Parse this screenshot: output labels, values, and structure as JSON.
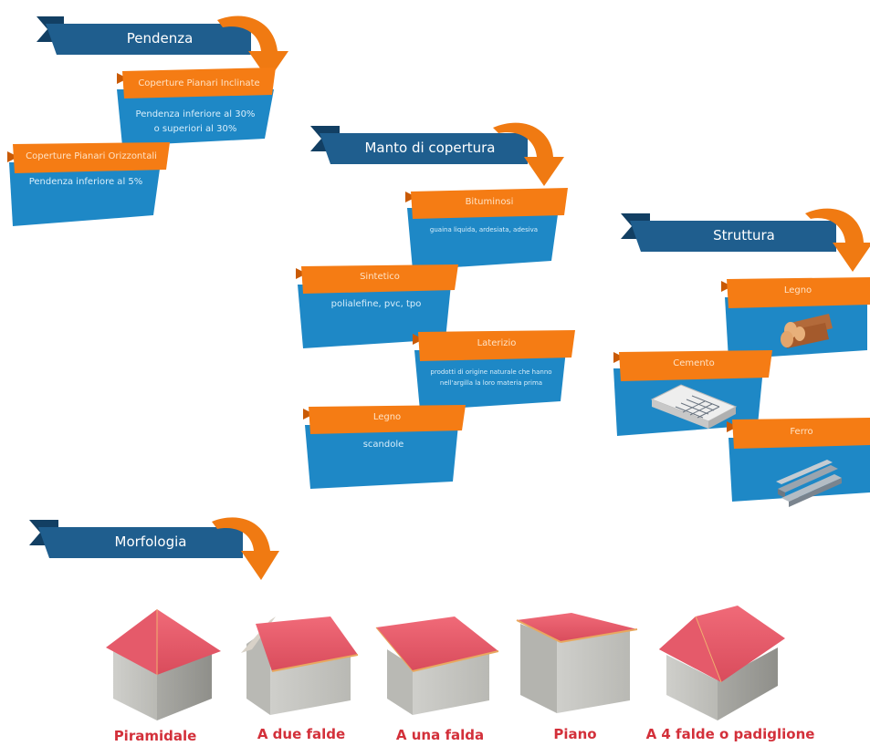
{
  "sections": {
    "pendenza": {
      "title": "Pendenza",
      "cards": [
        {
          "label": "Coperture Pianari Inclinate",
          "text": "Pendenza inferiore al 30%",
          "text2": "o superiori al 30%"
        },
        {
          "label": "Coperture Pianari Orizzontali",
          "text": "Pendenza inferiore al 5%"
        }
      ]
    },
    "manto": {
      "title": "Manto di copertura",
      "cards": [
        {
          "label": "Bituminosi",
          "text": "guaina liquida, ardesiata, adesiva"
        },
        {
          "label": "Sintetico",
          "text": "polialefine, pvc, tpo"
        },
        {
          "label": "Laterizio",
          "text": "prodotti di origine naturale che hanno",
          "text2": "nell'argilla la loro materia prima"
        },
        {
          "label": "Legno",
          "text": "scandole"
        }
      ]
    },
    "struttura": {
      "title": "Struttura",
      "cards": [
        {
          "label": "Legno",
          "icon": "logs-icon"
        },
        {
          "label": "Cemento",
          "icon": "concrete-slab-icon"
        },
        {
          "label": "Ferro",
          "icon": "steel-beams-icon"
        }
      ]
    },
    "morfologia": {
      "title": "Morfologia",
      "houses": [
        {
          "label": "Piramidale",
          "icon": "pyramid-roof-house-icon"
        },
        {
          "label": "A due falde",
          "icon": "gable-roof-house-icon"
        },
        {
          "label": "A una falda",
          "icon": "shed-roof-house-icon"
        },
        {
          "label": "Piano",
          "icon": "flat-roof-house-icon"
        },
        {
          "label": "A 4 falde o padiglione",
          "icon": "hip-roof-house-icon"
        }
      ]
    }
  },
  "colors": {
    "header": "#1f5e8e",
    "tab": "#f57c14",
    "card": "#1e88c6",
    "arrow": "#f07a12",
    "label": "#d3303a"
  }
}
